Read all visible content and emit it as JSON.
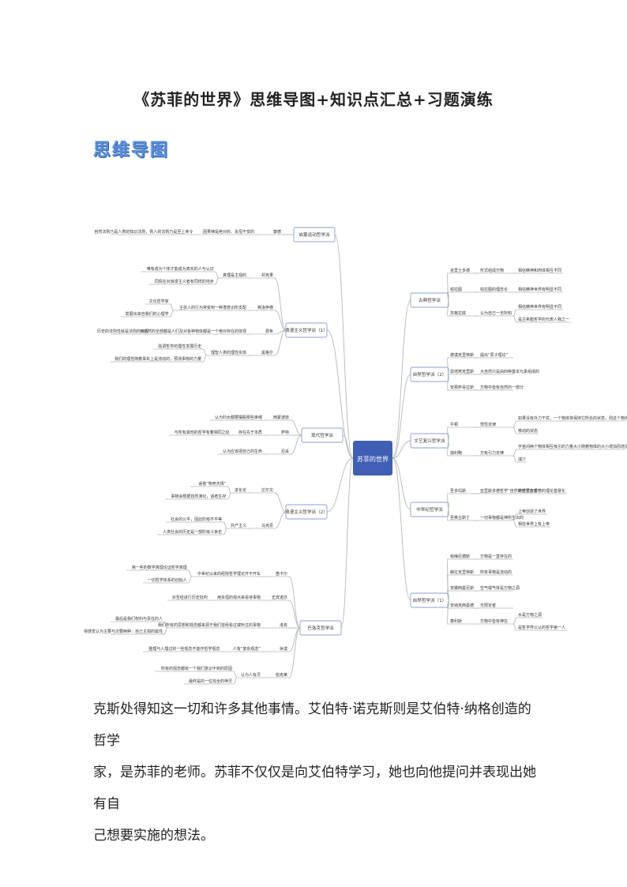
{
  "document": {
    "title": "《苏菲的世界》思维导图+知识点汇总+习题演练",
    "section_heading": "思维导图",
    "body_lines": [
      "克斯处得知这一切和许多其他事情。艾伯特·诺克斯则是艾伯特·纳格创造的哲学",
      "家，是苏菲的老师。苏菲不仅仅是向艾伯特学习，她也向他提问并表现出她有自",
      "己想要实施的想法。"
    ]
  },
  "mindmap": {
    "center": "苏菲的世界",
    "right": [
      {
        "label": "古典哲学派",
        "items": [
          {
            "a": "巫里士多德",
            "b": "形式组成万物",
            "c": "相信精神和肉体相互不同"
          },
          {
            "a": "柏拉图",
            "b": "柏拉图的理念论",
            "c": "相信精神世界有明显不同"
          },
          {
            "a": "苏格拉底",
            "b": "认为自己一无所知",
            "c": [
              "相信精神世界有明显不同",
              "是古希腊哲学的代表人物之一"
            ]
          }
        ]
      },
      {
        "label": "自然哲学派（2）",
        "items": [
          {
            "a": "德谟克里特斯",
            "b": "提出“原子理论”"
          },
          {
            "a": "恩培窝克里斯",
            "b": "大自然只是由四种基本元素组成的"
          },
          {
            "a": "安那萨哥拉斯",
            "b": "万物中皆有自然的一部分"
          }
        ]
      },
      {
        "label": "文艺复兴哲学派",
        "items": [
          {
            "a": "牛顿",
            "b": "惯性定律",
            "c": [
              "如果没有外力干扰，一个物体将保持它所处的状态，则这个物体同一直维持它原有",
              "移动的状态"
            ]
          },
          {
            "a": "伽利略",
            "b": "万有引力定律",
            "c": [
              "宇宙间两个物体相互吸引的力量大小随着物体的大小增加而增加而另外个人之间而",
              "减少"
            ]
          }
        ]
      },
      {
        "label": "中世纪哲学派",
        "items": [
          {
            "a": "圣多玛斯",
            "b": "亚里斯多德哲学“自然的哲学真理”",
            "c": "将亚里士多德的理论基督化"
          },
          {
            "a": "圣奥古斯丁",
            "b": "一切事物都是神所生出的",
            "c": [
              "上帝创造了世界",
              "相信世界上有上帝"
            ]
          }
        ]
      },
      {
        "label": "自然哲学派（1）",
        "items": [
          {
            "a": "帕梅尼德斯",
            "b": "万物是一直存在的"
          },
          {
            "a": "赫拉克里特斯",
            "b": "所有事物是流动的"
          },
          {
            "a": "安娜西曼尼斯",
            "b": "空气或气体是万物之源"
          },
          {
            "a": "安纳克西曼德",
            "b": "无限定者"
          },
          {
            "a": "泰利斯",
            "b": "万物中皆有神在",
            "c": [
              "水是万物之源",
              "是哲学界公认的哲学第一人"
            ]
          }
        ]
      }
    ],
    "left": [
      {
        "label": "启蒙运动哲学派",
        "items": [
          {
            "a": "康德",
            "b": "因果律是绝对的、永恒不变的",
            "c": [
              "自然法则乃是人类的知识法则，则人的法则乃是至上命令"
            ]
          }
        ]
      },
      {
        "label": "浪漫主义哲学派（1）",
        "items": [
          {
            "a": "祁克果",
            "b": "真理是主观的",
            "c": [
              "唯有成为个体才能成为真实的人与认识",
              "同情在对浪漫主义者有同样的地步"
            ]
          },
          {
            "a": "弗洛伊德",
            "b": "主张人的行为常受到一种潜意识所支配",
            "c": [
              "文化哲学家",
              "发展出来自我们的心理学"
            ]
          },
          {
            "a": "费希",
            "b": "大自然的全部都是人们及对各种物体都是一个绝对存在的体现",
            "c": [
              "历史的法则性就是法则的体现"
            ]
          },
          {
            "a": "黑格尔",
            "b": "理智人类的理性实体",
            "c": [
              "强调哲学的理性发展历史",
              "我们的理性随着事实上是流动的，预测事物的力量"
            ]
          }
        ]
      },
      {
        "label": "现代哲学派",
        "items": [
          {
            "a": "西蒙波娃",
            "b": "认为妇女都要摆脱那些束缚"
          },
          {
            "a": "萨特",
            "b": "存在先于本质",
            "c": [
              "与所有其他的哲学有着相同之处"
            ]
          },
          {
            "a": "尼采",
            "b": "认为应该把自己的生命"
          }
        ]
      },
      {
        "label": "浪漫主义哲学派（2）",
        "items": [
          {
            "a": "达尔文",
            "b": "进化论",
            "c": [
              "适者“物竞天择”",
              "事物会根据自然演化，适者生存"
            ]
          },
          {
            "a": "马克思",
            "b": "共产主义",
            "c": [
              "社会的公平，因此阶级不平等",
              "人类社会的历史是一部阶级斗争史"
            ]
          }
        ]
      },
      {
        "label": "巴洛克哲学派",
        "items": [
          {
            "a": "笛卡尔",
            "b": "中世纪以来的经院哲学理论开不开车",
            "c": [
              "用一些的数学真理论证哲学真理",
              "一切哲学体系的创始人"
            ]
          },
          {
            "a": "史宾诺莎",
            "b": "用永恒的观点来看待事物",
            "c": [
              "对圣经进行历史批判"
            ]
          },
          {
            "a": "洛克",
            "b": "我们所有的思想和观念都来源于我们曾经看过或听过的事物",
            "c": [
              "最后是我们权利与责任的人",
              "将感觉认为主要与次要两种：自己主观的属性"
            ]
          },
          {
            "a": "休谟",
            "b": "人有“复杂观念”",
            "c": [
              "整理与人理过的一些观念不能作哲学观念"
            ]
          },
          {
            "a": "柏克莱",
            "b": "认为人有灵",
            "c": [
              "所有的观念都有一个我们意识不到的原因",
              "最终是的一位完全的神灵"
            ]
          }
        ]
      }
    ]
  }
}
